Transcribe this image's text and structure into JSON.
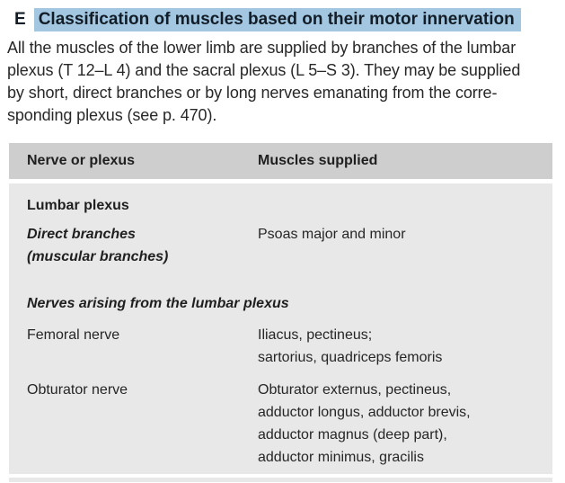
{
  "page": {
    "section_letter": "E",
    "title": "Classification of muscles based on their motor innervation",
    "intro_lines": [
      "All the muscles of the lower limb are supplied by branches of the lumbar",
      "plexus (T 12–L 4) and the sacral plexus (L 5–S 3). They may be supplied",
      "by short, direct branches or by long nerves emanating from the corre-",
      "sponding plexus (see p. 470)."
    ]
  },
  "table": {
    "headers": {
      "col1": "Nerve or plexus",
      "col2": "Muscles supplied"
    },
    "group_heading": "Lumbar plexus",
    "subsection_heading": "Nerves arising from the lumbar plexus",
    "rows": [
      {
        "nerve": "Direct branches\n(muscular branches)",
        "muscles": "Psoas major and minor"
      },
      {
        "nerve": "Femoral nerve",
        "muscles": "Iliacus, pectineus;\nsartorius, quadriceps femoris"
      },
      {
        "nerve": "Obturator nerve",
        "muscles": "Obturator externus, pectineus,\nadductor longus, adductor brevis,\nadductor magnus (deep part),\nadductor minimus, gracilis"
      }
    ]
  },
  "colors": {
    "highlight": "#a3c7e0",
    "table_header_bg": "#cecece",
    "table_body_bg": "#e8e8e8",
    "text": "#262626"
  }
}
